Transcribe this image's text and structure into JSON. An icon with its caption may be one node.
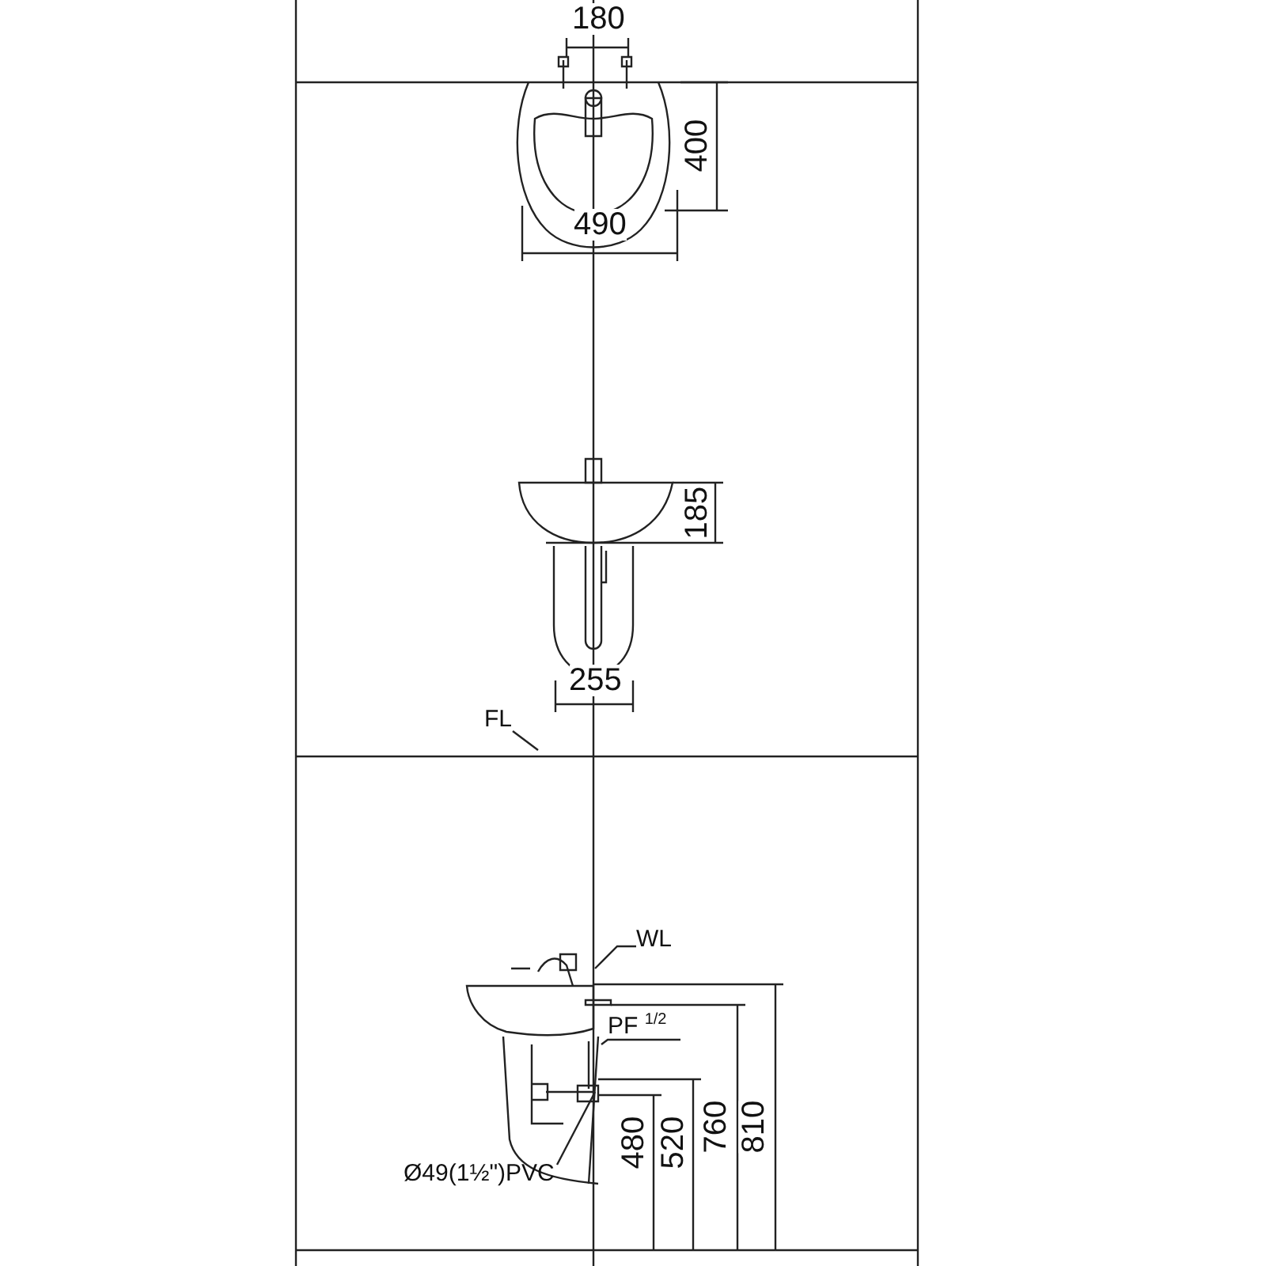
{
  "diagram": {
    "nodes": [
      {
        "text": [
          "FL"
        ]
      },
      {
        "text": [
          "WL"
        ]
      },
      {
        "text": [
          "PF $^{1/2}$"
        ]
      },
      {
        "text": [
          "Ø49(1½\")PVC"
        ]
      }
    ],
    "edges": [
      {
        "from": 0,
        "to": null,
        "arrow": "none"
      },
      {
        "from": 1,
        "to": null,
        "arrow": "none"
      },
      {
        "from": 2,
        "to": null,
        "arrow": "none"
      },
      {
        "from": 3,
        "to": null,
        "arrow": "none"
      }
    ],
    "labels": [
      "180",
      "400",
      "490",
      "185",
      "255",
      "480",
      "520",
      "760",
      "810"
    ]
  }
}
